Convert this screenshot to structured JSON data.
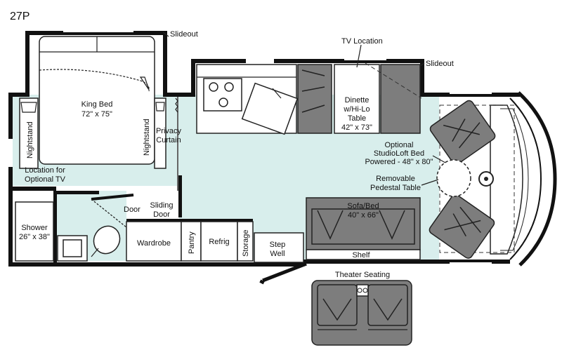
{
  "model": "27P",
  "labels": {
    "slideout_top": "Slideout",
    "slideout_right": "Slideout",
    "tv_location": "TV Location",
    "king_bed_1": "King Bed",
    "king_bed_2": "72\" x 75\"",
    "nightstand_left": "Nightstand",
    "nightstand_right": "Nightstand",
    "privacy_1": "Privacy",
    "privacy_2": "Curtain",
    "optional_tv_1": "Location for",
    "optional_tv_2": "Optional TV",
    "dinette_1": "Dinette",
    "dinette_2": "w/Hi-Lo",
    "dinette_3": "Table",
    "dinette_4": "42\" x 73\"",
    "studioloft_1": "Optional",
    "studioloft_2": "StudioLoft Bed",
    "studioloft_3": "Powered - 48\" x 80\"",
    "pedestal_1": "Removable",
    "pedestal_2": "Pedestal Table",
    "door": "Door",
    "sliding_door_1": "Sliding",
    "sliding_door_2": "Door",
    "sofa_1": "Sofa/Bed",
    "sofa_2": "40\" x 66\"",
    "shower_1": "Shower",
    "shower_2": "26\" x 38\"",
    "wardrobe": "Wardrobe",
    "pantry": "Pantry",
    "refrig": "Refrig",
    "storage": "Storage",
    "step_well_1": "Step",
    "step_well_2": "Well",
    "shelf": "Shelf",
    "theater_seating": "Theater Seating"
  },
  "colors": {
    "floor": "#d8eeec",
    "wall": "#111111",
    "seat": "#7d7d7d"
  }
}
